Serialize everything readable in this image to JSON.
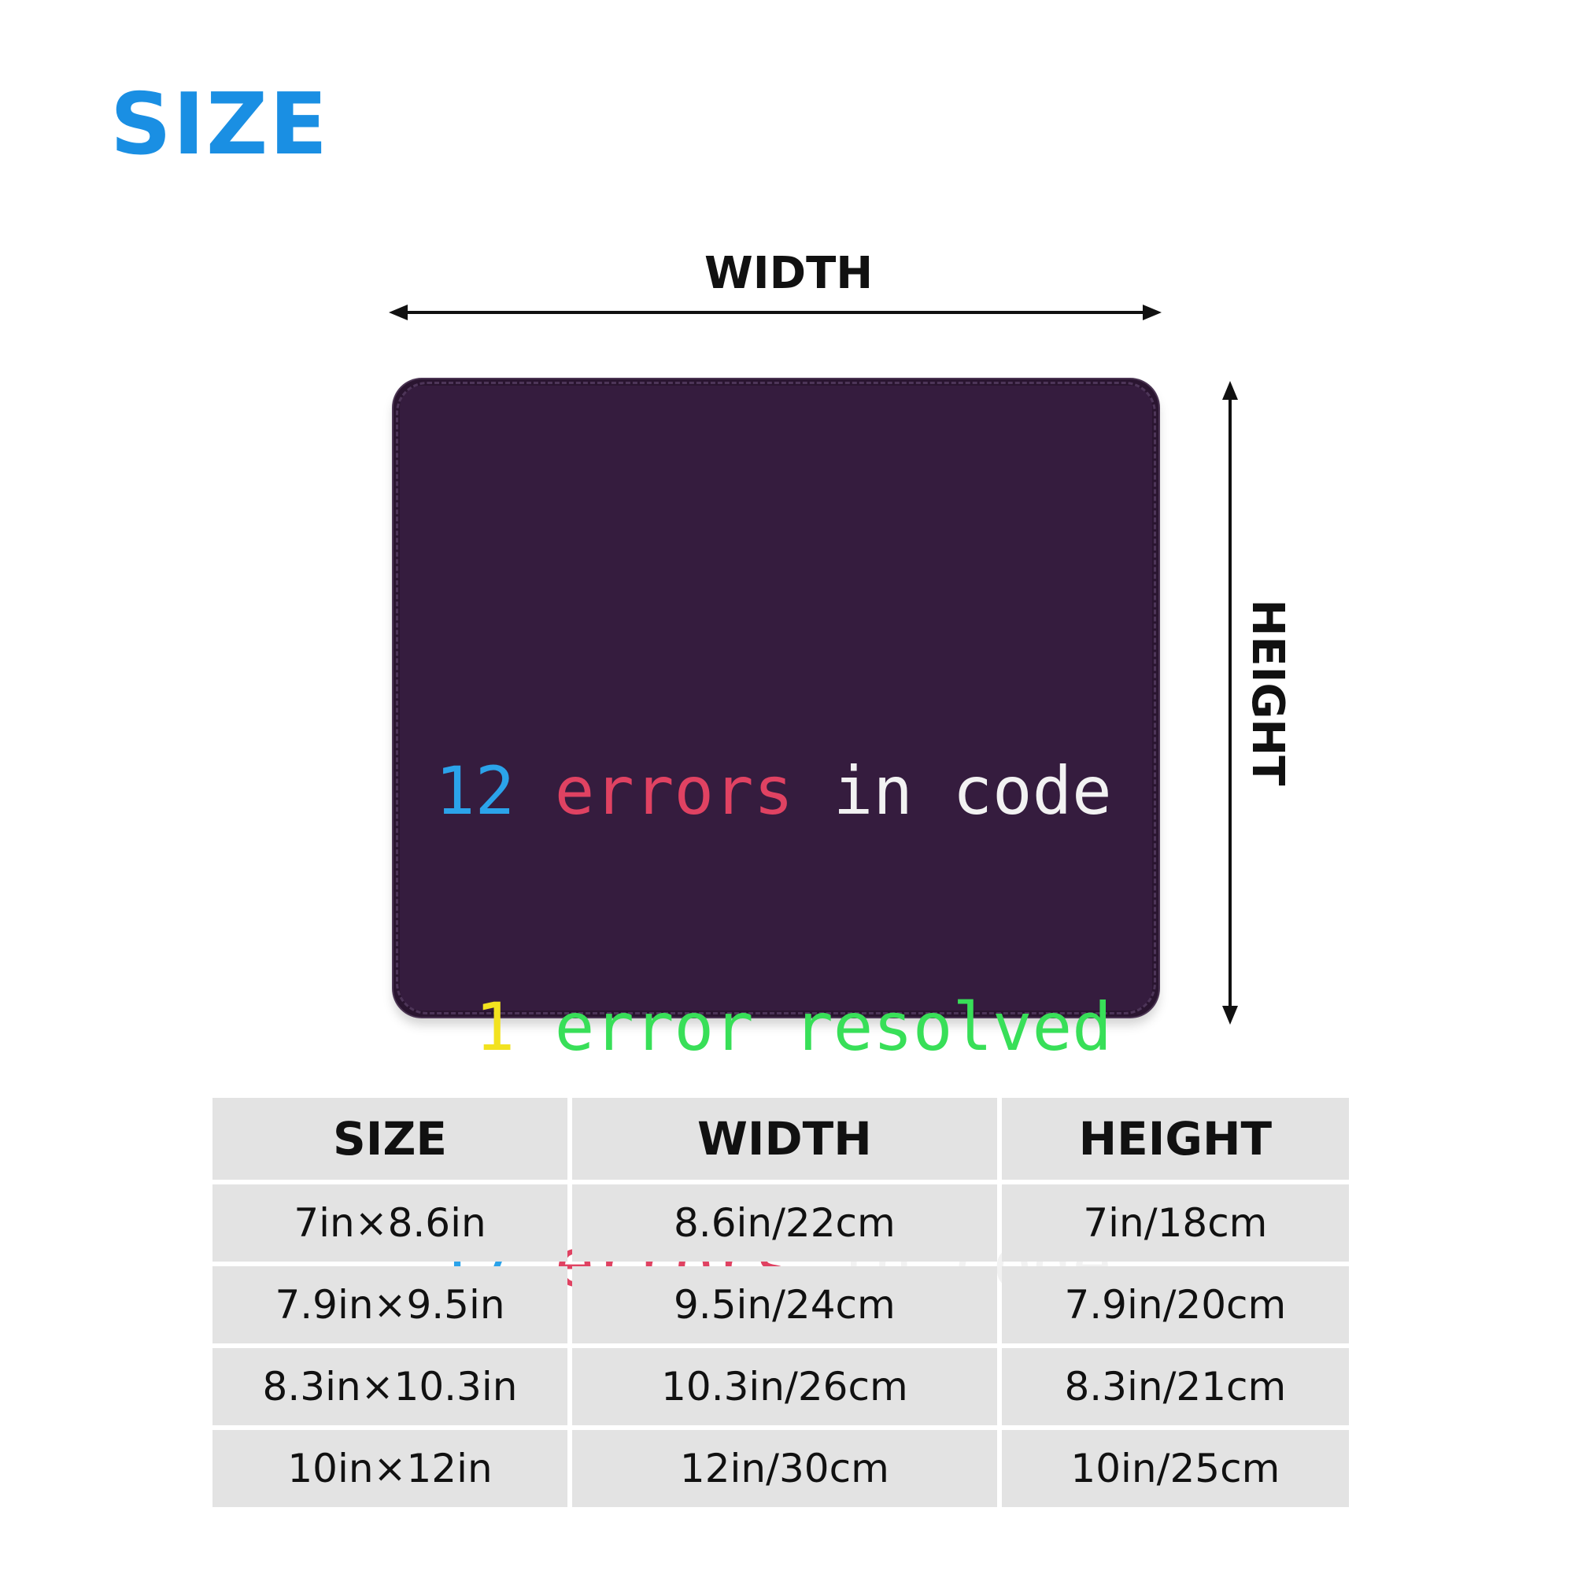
{
  "page": {
    "title": "SIZE",
    "title_color": "#1a8fe3"
  },
  "diagram": {
    "width_label": "WIDTH",
    "height_label": "HEIGHT"
  },
  "mousepad": {
    "background_color": "#351c3e",
    "lines": [
      {
        "number": "12",
        "number_color": "#2ba3ea",
        "word1": "errors",
        "word1_color": "#e04262",
        "rest": "in code",
        "rest_color": "#f2f2f2"
      },
      {
        "number": " 1",
        "number_color": "#f2e21f",
        "word1": "error",
        "word1_color": "#38df58",
        "rest": "resolved",
        "rest_color": "#38df58"
      },
      {
        "number": "17",
        "number_color": "#2ba3ea",
        "word1": "errors",
        "word1_color": "#e04262",
        "rest": "in code",
        "rest_color": "#f2f2f2"
      }
    ]
  },
  "table": {
    "headers": [
      "SIZE",
      "WIDTH",
      "HEIGHT"
    ],
    "rows": [
      [
        "7in×8.6in",
        "8.6in/22cm",
        "7in/18cm"
      ],
      [
        "7.9in×9.5in",
        "9.5in/24cm",
        "7.9in/20cm"
      ],
      [
        "8.3in×10.3in",
        "10.3in/26cm",
        "8.3in/21cm"
      ],
      [
        "10in×12in",
        "12in/30cm",
        "10in/25cm"
      ]
    ]
  }
}
